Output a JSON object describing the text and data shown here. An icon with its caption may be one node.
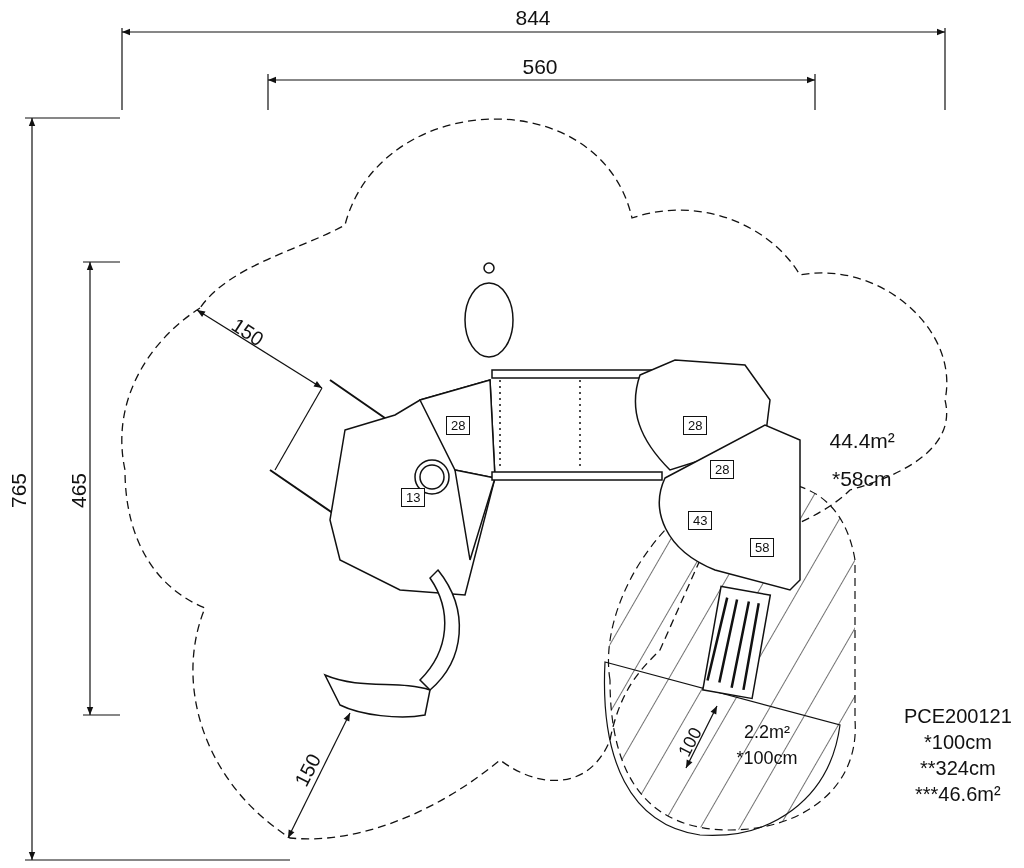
{
  "diagram": {
    "nodes": [
      {
        "text": [
          "28"
        ]
      },
      {
        "text": [
          "28"
        ]
      },
      {
        "text": [
          "28"
        ]
      },
      {
        "text": [
          "13"
        ]
      },
      {
        "text": [
          "43"
        ]
      },
      {
        "text": [
          "58"
        ]
      }
    ],
    "labels": [
      "844",
      "560",
      "150",
      "44.4m²",
      "*58cm",
      "765",
      "465",
      "PCE200121",
      "2.2m²",
      "100",
      "*100cm",
      "*100cm",
      "150",
      "**324cm",
      "***46.6m²"
    ]
  }
}
